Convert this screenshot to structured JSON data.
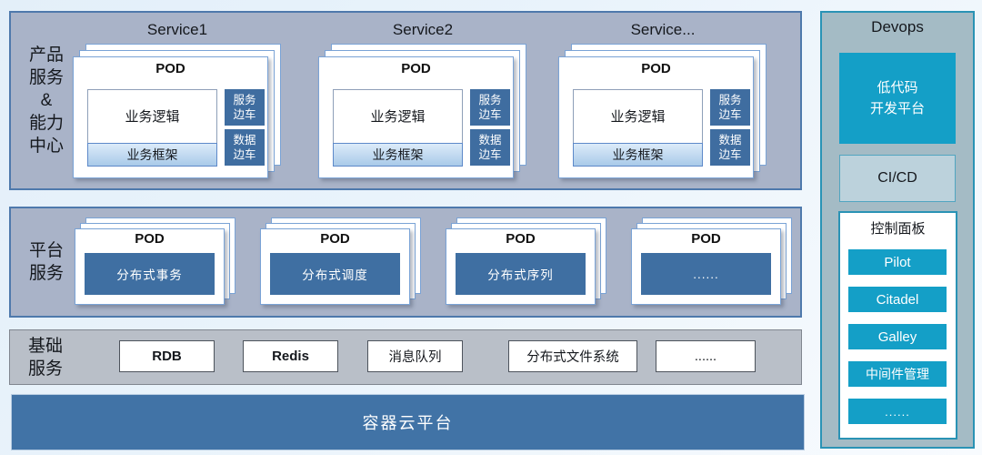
{
  "palette": {
    "slate_bg": "#a9b3c8",
    "slate_border": "#4e79ac",
    "gray_bg": "#b9bfc8",
    "steel_blue": "#3f6da0",
    "bar_blue": "#4173a6",
    "card_border": "#7aa3d6",
    "cyan": "#149fc7",
    "devops_bg": "#a4bbc5",
    "devops_border": "#2a93b5"
  },
  "products": {
    "label": "产品\n服务\n&\n能力\n中心",
    "services": [
      {
        "title": "Service1",
        "pod_label": "POD",
        "logic": "业务逻辑",
        "framework": "业务框架",
        "sidecar_top": "服务\n边车",
        "sidecar_bottom": "数据\n边车"
      },
      {
        "title": "Service2",
        "pod_label": "POD",
        "logic": "业务逻辑",
        "framework": "业务框架",
        "sidecar_top": "服务\n边车",
        "sidecar_bottom": "数据\n边车"
      },
      {
        "title": "Service...",
        "pod_label": "POD",
        "logic": "业务逻辑",
        "framework": "业务框架",
        "sidecar_top": "服务\n边车",
        "sidecar_bottom": "数据\n边车"
      }
    ]
  },
  "platform": {
    "label": "平台\n服务",
    "pods": [
      {
        "pod_label": "POD",
        "name": "分布式事务"
      },
      {
        "pod_label": "POD",
        "name": "分布式调度"
      },
      {
        "pod_label": "POD",
        "name": "分布式序列"
      },
      {
        "pod_label": "POD",
        "name": "......"
      }
    ]
  },
  "basic": {
    "label": "基础\n服务",
    "items": [
      "RDB",
      "Redis",
      "消息队列",
      "分布式文件系统",
      "......"
    ]
  },
  "container_platform": {
    "label": "容器云平台"
  },
  "devops": {
    "title": "Devops",
    "low_code": "低代码\n开发平台",
    "cicd": "CI/CD",
    "control_panel": {
      "title": "控制面板",
      "items": [
        "Pilot",
        "Citadel",
        "Galley",
        "中间件管理",
        "......"
      ]
    }
  }
}
